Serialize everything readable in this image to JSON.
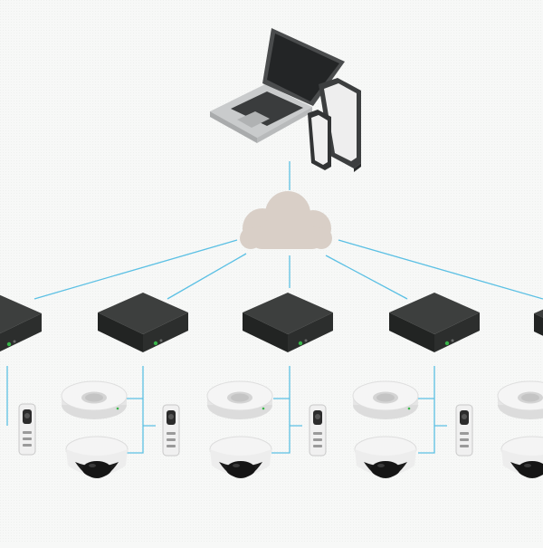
{
  "diagram": {
    "clients": {
      "devices": [
        "laptop-icon",
        "tablet-icon",
        "smartphone-icon"
      ]
    },
    "cloud": {
      "icon": "cloud-icon"
    },
    "recorders": [
      {
        "id": "recorder-1",
        "icon": "network-recorder-icon"
      },
      {
        "id": "recorder-2",
        "icon": "network-recorder-icon"
      },
      {
        "id": "recorder-3",
        "icon": "network-recorder-icon"
      },
      {
        "id": "recorder-4",
        "icon": "network-recorder-icon"
      },
      {
        "id": "recorder-5",
        "icon": "network-recorder-icon"
      }
    ],
    "edge_devices": [
      "speaker-icon",
      "dome-camera-icon",
      "door-station-icon"
    ],
    "colors": {
      "background": "#f7f8f7",
      "link": "#5bc0e4",
      "cloud": "#d9cfc7",
      "recorder": "#2f3130",
      "recorder_top": "#3b3d3c",
      "led": "#39b54a",
      "device_white": "#f2f2f2"
    }
  }
}
